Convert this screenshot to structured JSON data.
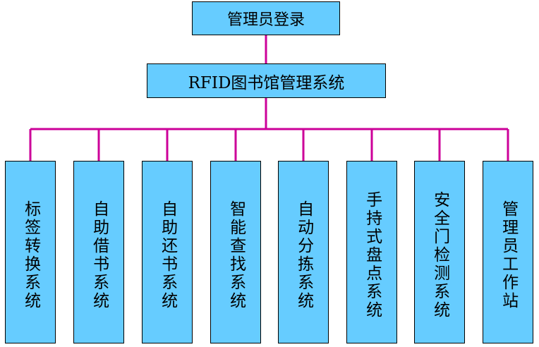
{
  "top": {
    "label": "管理员登录"
  },
  "main": {
    "label": "RFID图书馆管理系统"
  },
  "subsystems": [
    {
      "label": "标签转换系统"
    },
    {
      "label": "自助借书系统"
    },
    {
      "label": "自助还书系统"
    },
    {
      "label": "智能查找系统"
    },
    {
      "label": "自动分拣系统"
    },
    {
      "label": "手持式盘点系统"
    },
    {
      "label": "安全门检测系统"
    },
    {
      "label": "管理员工作站"
    }
  ],
  "colors": {
    "box_fill": "#66ccff",
    "box_border": "#000000",
    "connector": "#cc0099"
  }
}
